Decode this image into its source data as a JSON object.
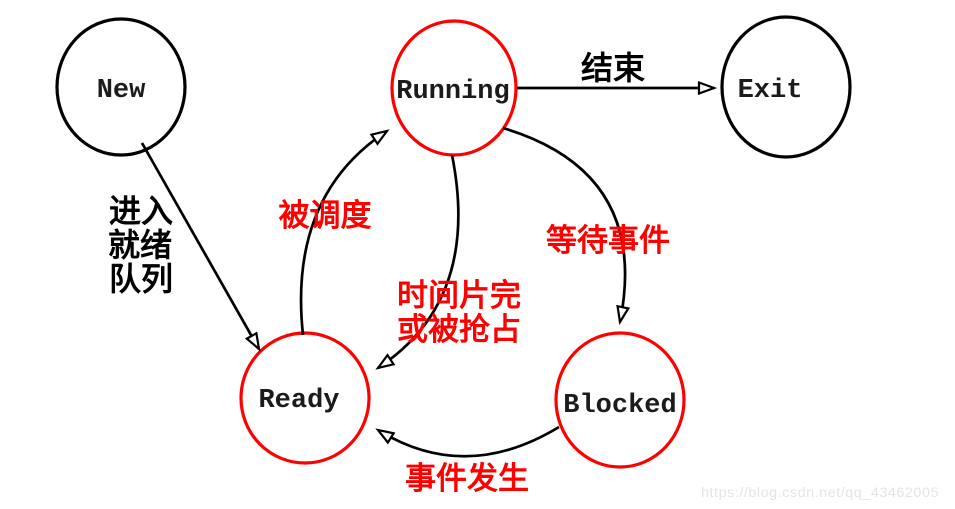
{
  "nodes": {
    "new": {
      "label": "New",
      "stroke": "#000000"
    },
    "running": {
      "label": "Running",
      "stroke": "#ff0000"
    },
    "exit": {
      "label": "Exit",
      "stroke": "#000000"
    },
    "ready": {
      "label": "Ready",
      "stroke": "#ff0000"
    },
    "blocked": {
      "label": "Blocked",
      "stroke": "#ff0000"
    }
  },
  "edges": {
    "new_to_ready": {
      "label_lines": [
        "进入",
        "就绪",
        "队列"
      ],
      "color": "#000000"
    },
    "ready_to_running": {
      "label": "被调度",
      "color": "#ff0000"
    },
    "running_to_ready": {
      "label_lines": [
        "时间片完",
        "或被抢占"
      ],
      "color": "#ff0000"
    },
    "running_to_exit": {
      "label": "结束",
      "color": "#000000"
    },
    "running_to_blocked": {
      "label": "等待事件",
      "color": "#ff0000"
    },
    "blocked_to_ready": {
      "label": "事件发生",
      "color": "#ff0000"
    }
  },
  "watermark": "https://blog.csdn.net/qq_43462005"
}
